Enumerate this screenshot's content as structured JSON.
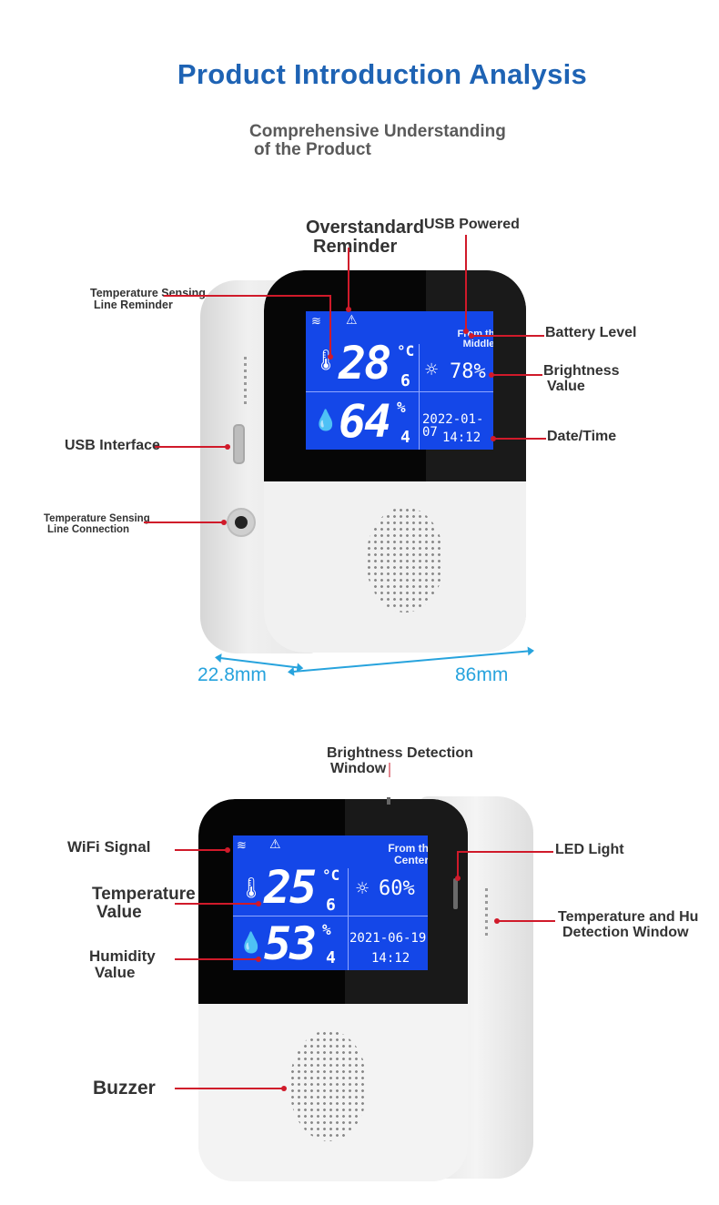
{
  "header": {
    "title": "Product Introduction Analysis",
    "subtitle_line1": "Comprehensive Understanding",
    "subtitle_line2": "of the Product"
  },
  "device1": {
    "labels": {
      "overstandard_1": "Overstandard",
      "overstandard_2": "Reminder",
      "usb_powered": "USB Powered",
      "temp_sensing_reminder_1": "Temperature Sensing",
      "temp_sensing_reminder_2": "Line Reminder",
      "battery_level": "Battery Level",
      "brightness_1": "Brightness",
      "brightness_2": "Value",
      "usb_interface": "USB Interface",
      "datetime": "Date/Time",
      "temp_sensing_connection_1": "Temperature Sensing",
      "temp_sensing_connection_2": "Line Connection"
    },
    "screen": {
      "overlay_1": "From the",
      "overlay_2": "Middle",
      "temp_int": "28",
      "temp_unit": "°C",
      "temp_dec": "6",
      "hum_int": "64",
      "hum_unit": "%",
      "hum_dec": "4",
      "brightness": "78%",
      "date": "2022-01-07",
      "time": "14:12"
    },
    "dimensions": {
      "depth": "22.8mm",
      "width": "86mm"
    }
  },
  "device2": {
    "labels": {
      "brightness_window_1": "Brightness Detection",
      "brightness_window_2": "Window",
      "wifi": "WiFi Signal",
      "led": "LED Light",
      "temperature_1": "Temperature",
      "temperature_2": "Value",
      "th_window_1": "Temperature and Hu",
      "th_window_2": "Detection Window",
      "humidity_1": "Humidity",
      "humidity_2": "Value",
      "buzzer": "Buzzer"
    },
    "screen": {
      "overlay_1": "From the",
      "overlay_2": "Center",
      "temp_int": "25",
      "temp_unit": "°C",
      "temp_dec": "6",
      "hum_int": "53",
      "hum_unit": "%",
      "hum_dec": "4",
      "brightness": "60%",
      "date": "2021-06-19",
      "time": "14:12"
    }
  },
  "icons": [
    "wifi-icon",
    "alarm-icon",
    "thermometer-icon",
    "droplet-icon",
    "sun-icon"
  ],
  "colors": {
    "title": "#1e63b4",
    "callout": "#d01a2a",
    "dimension": "#27a3dd",
    "lcd": "#1447e8"
  }
}
